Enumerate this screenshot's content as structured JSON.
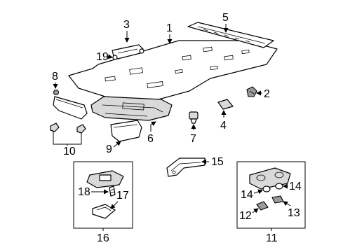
{
  "diagram": {
    "callouts": {
      "c1": "1",
      "c2": "2",
      "c3": "3",
      "c4": "4",
      "c5": "5",
      "c6": "6",
      "c7": "7",
      "c8": "8",
      "c9": "9",
      "c10": "10",
      "c11": "11",
      "c12": "12",
      "c13": "13",
      "c14a": "14",
      "c14b": "14",
      "c15": "15",
      "c16": "16",
      "c17": "17",
      "c18": "18",
      "c19": "19"
    }
  }
}
